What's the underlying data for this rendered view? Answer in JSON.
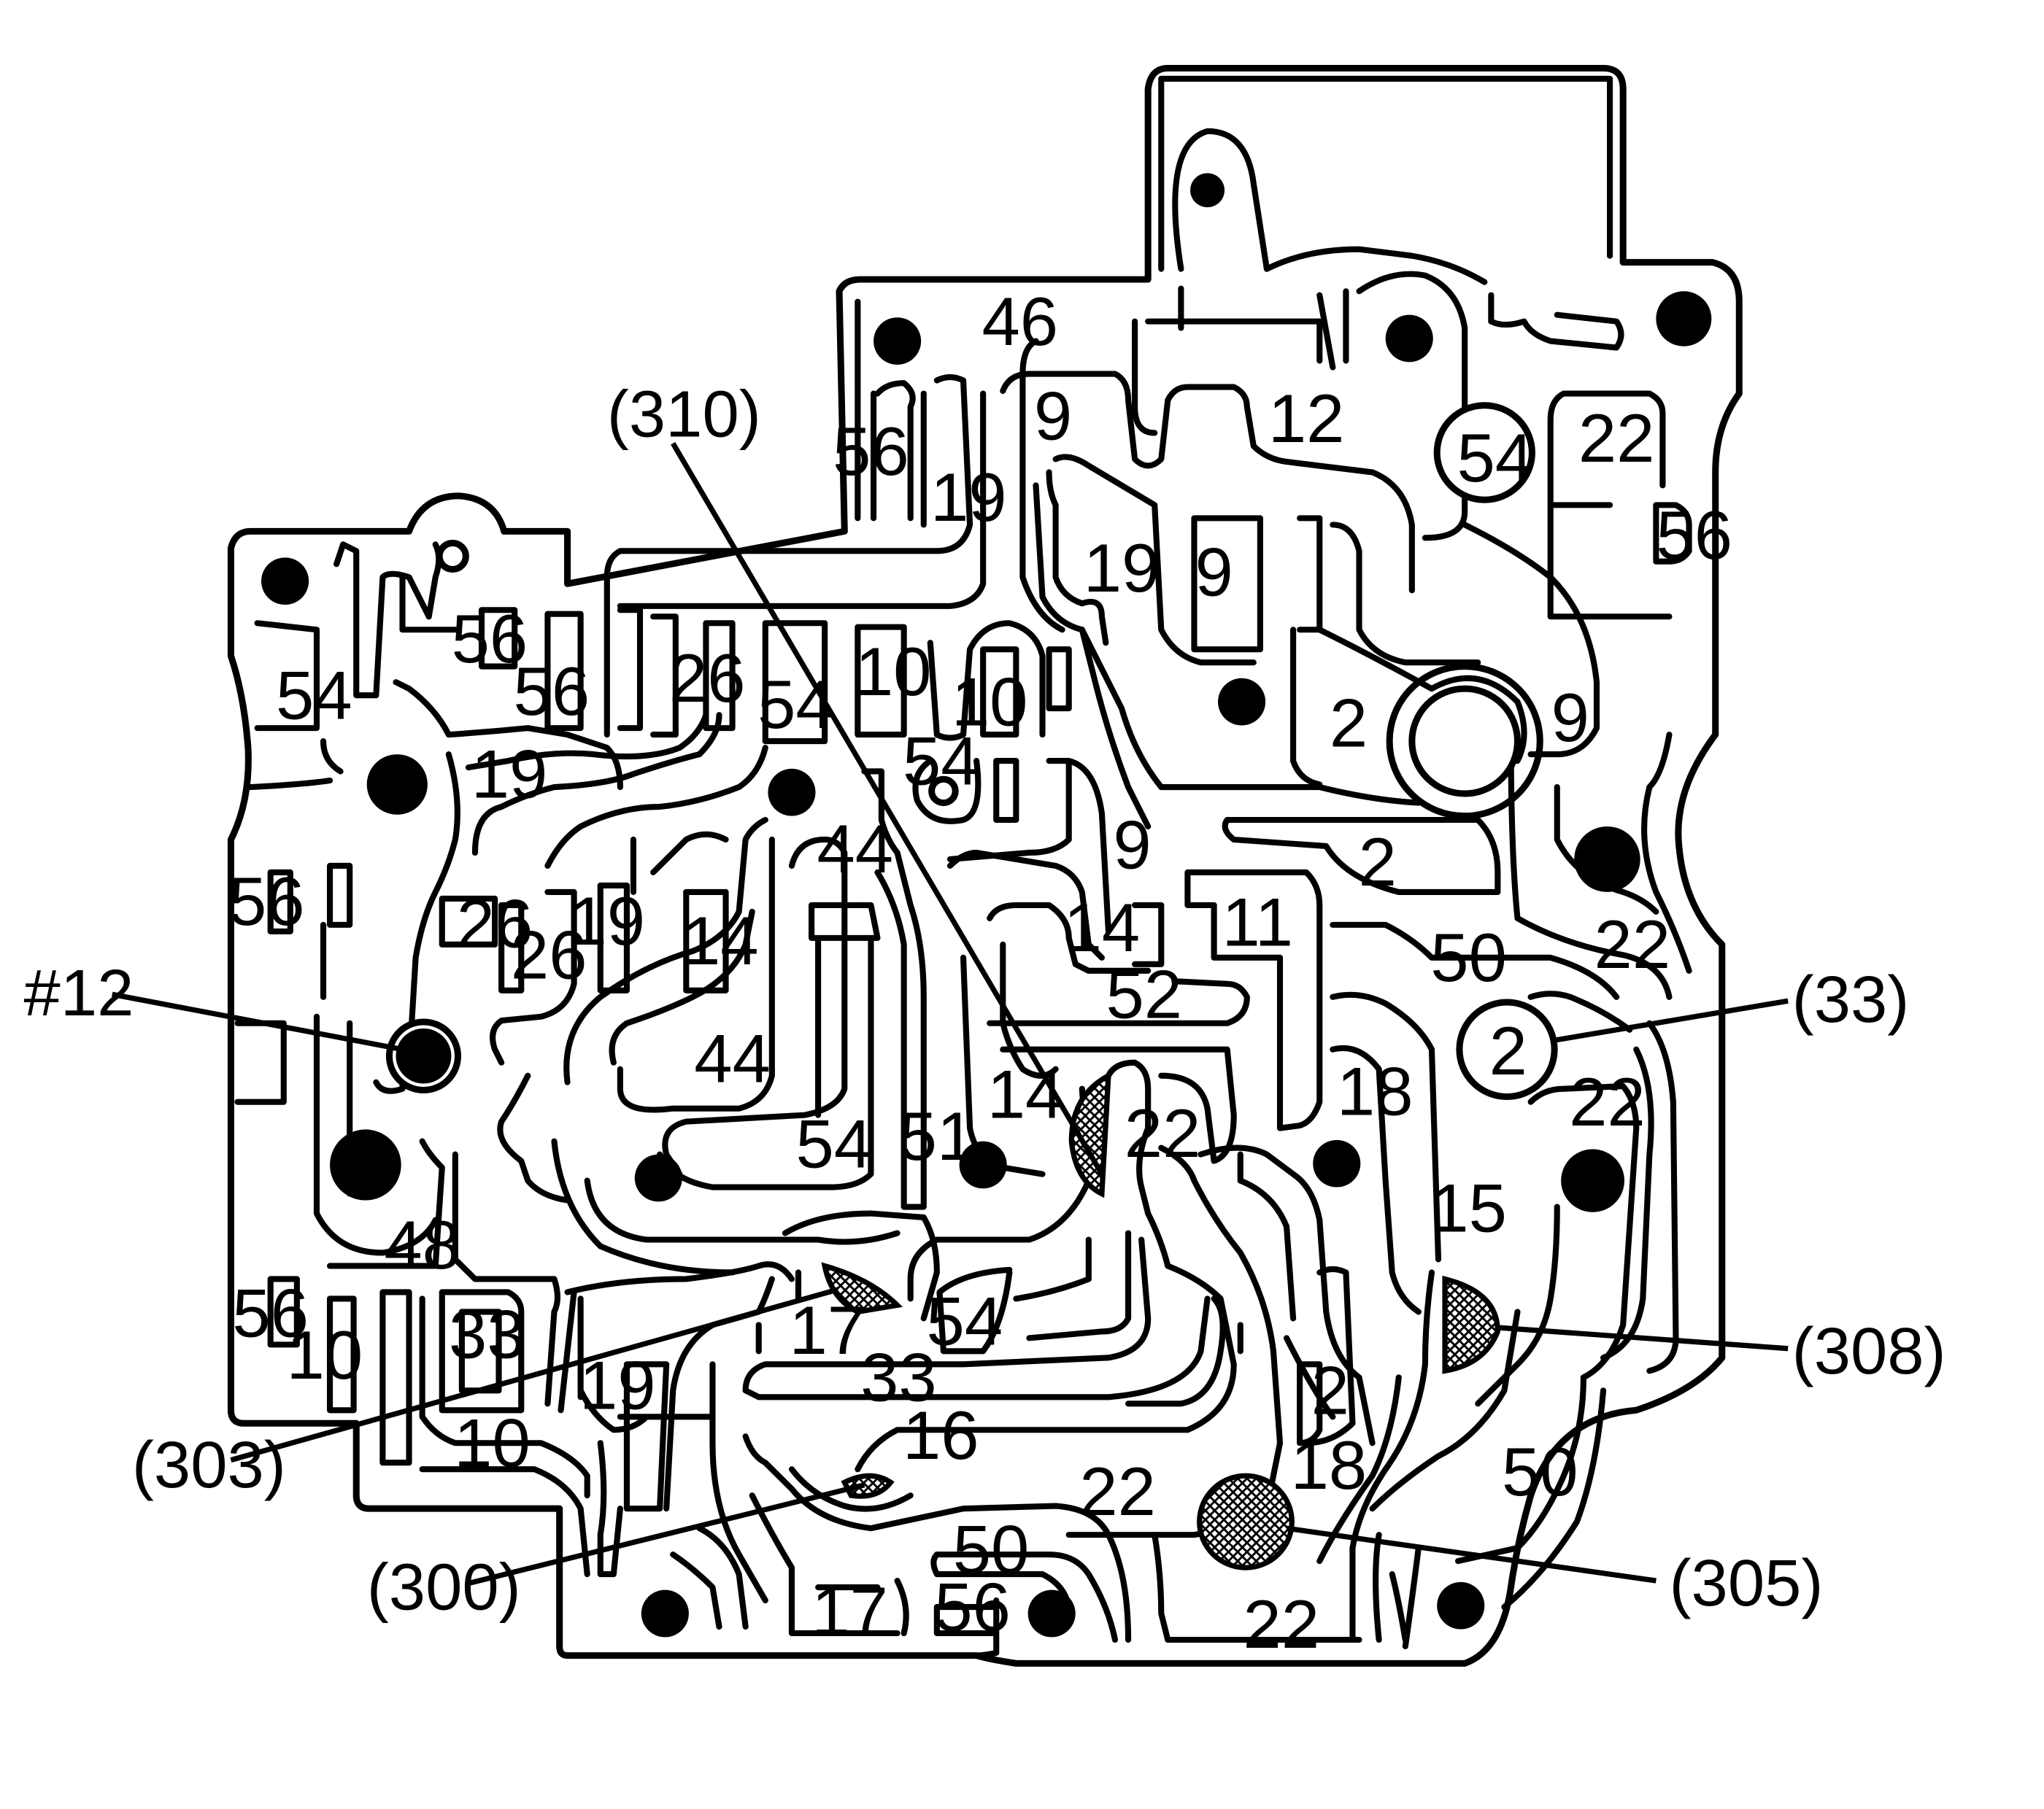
{
  "colors": {
    "ink": "#000000",
    "paper": "#ffffff"
  },
  "channel_labels": [
    "46",
    "9",
    "12",
    "54",
    "22",
    "56",
    "56",
    "19",
    "9",
    "19",
    "56",
    "54",
    "56",
    "26",
    "54",
    "10",
    "10",
    "54",
    "9",
    "2",
    "19",
    "2",
    "56",
    "26",
    "26",
    "19",
    "14",
    "44",
    "14",
    "11",
    "50",
    "22",
    "52",
    "9",
    "44",
    "54",
    "14",
    "51",
    "22",
    "18",
    "2",
    "22",
    "48",
    "15",
    "54",
    "17",
    "56",
    "33",
    "10",
    "19",
    "33",
    "10",
    "16",
    "2",
    "18",
    "22",
    "50",
    "50",
    "17",
    "56",
    "22"
  ],
  "callouts": [
    {
      "id": "310",
      "text": "(310)"
    },
    {
      "id": "12",
      "text": "#12"
    },
    {
      "id": "33",
      "text": "(33)"
    },
    {
      "id": "308",
      "text": "(308)"
    },
    {
      "id": "303",
      "text": "(303)"
    },
    {
      "id": "300",
      "text": "(300)"
    },
    {
      "id": "305",
      "text": "(305)"
    }
  ]
}
